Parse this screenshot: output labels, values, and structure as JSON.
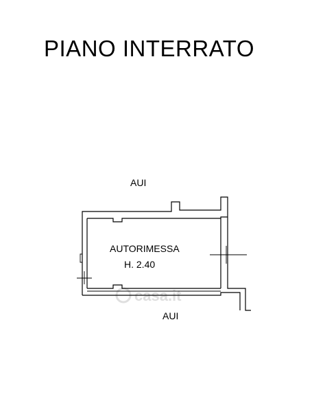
{
  "floor_title": "PIANO INTERRATO",
  "rooms": [
    {
      "name": "AUTORIMESSA",
      "height": "H. 2.40"
    }
  ],
  "adjacent_labels": {
    "top": "AUI",
    "bottom": "AUI"
  },
  "watermark": {
    "text": "casa.it"
  },
  "colors": {
    "lines": "#000000",
    "background": "#ffffff",
    "watermark": "#d9d9d9"
  }
}
